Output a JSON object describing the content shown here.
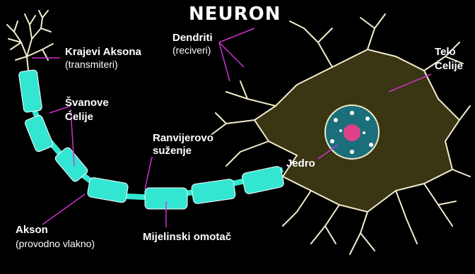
{
  "title": "NEURON",
  "labels": {
    "axon_terminals": {
      "name": "Krajevi Aksona",
      "sub": "(transmiteri)"
    },
    "schwann_cells": {
      "line1": "Švanove",
      "line2": "Ćelije"
    },
    "dendrites": {
      "name": "Dendriti",
      "sub": "(reciveri)"
    },
    "cell_body": {
      "line1": "Telo",
      "line2": "Ćelije"
    },
    "node_of_ranvier": {
      "line1": "Ranvijerovo",
      "line2": "suženje"
    },
    "nucleus": {
      "name": "Jedro"
    },
    "axon": {
      "name": "Akson",
      "sub": "(provodno vlakno)"
    },
    "myelin_sheath": {
      "name": "Mijelinski omotač"
    }
  },
  "colors": {
    "background": "#000000",
    "myelin": "#33e6d2",
    "cell_body": "#3a3512",
    "outline": "#f2eccf",
    "pointer_lines": "#cc33cc",
    "nucleus": "#1a6f7a",
    "nucleolus": "#e0408a"
  }
}
